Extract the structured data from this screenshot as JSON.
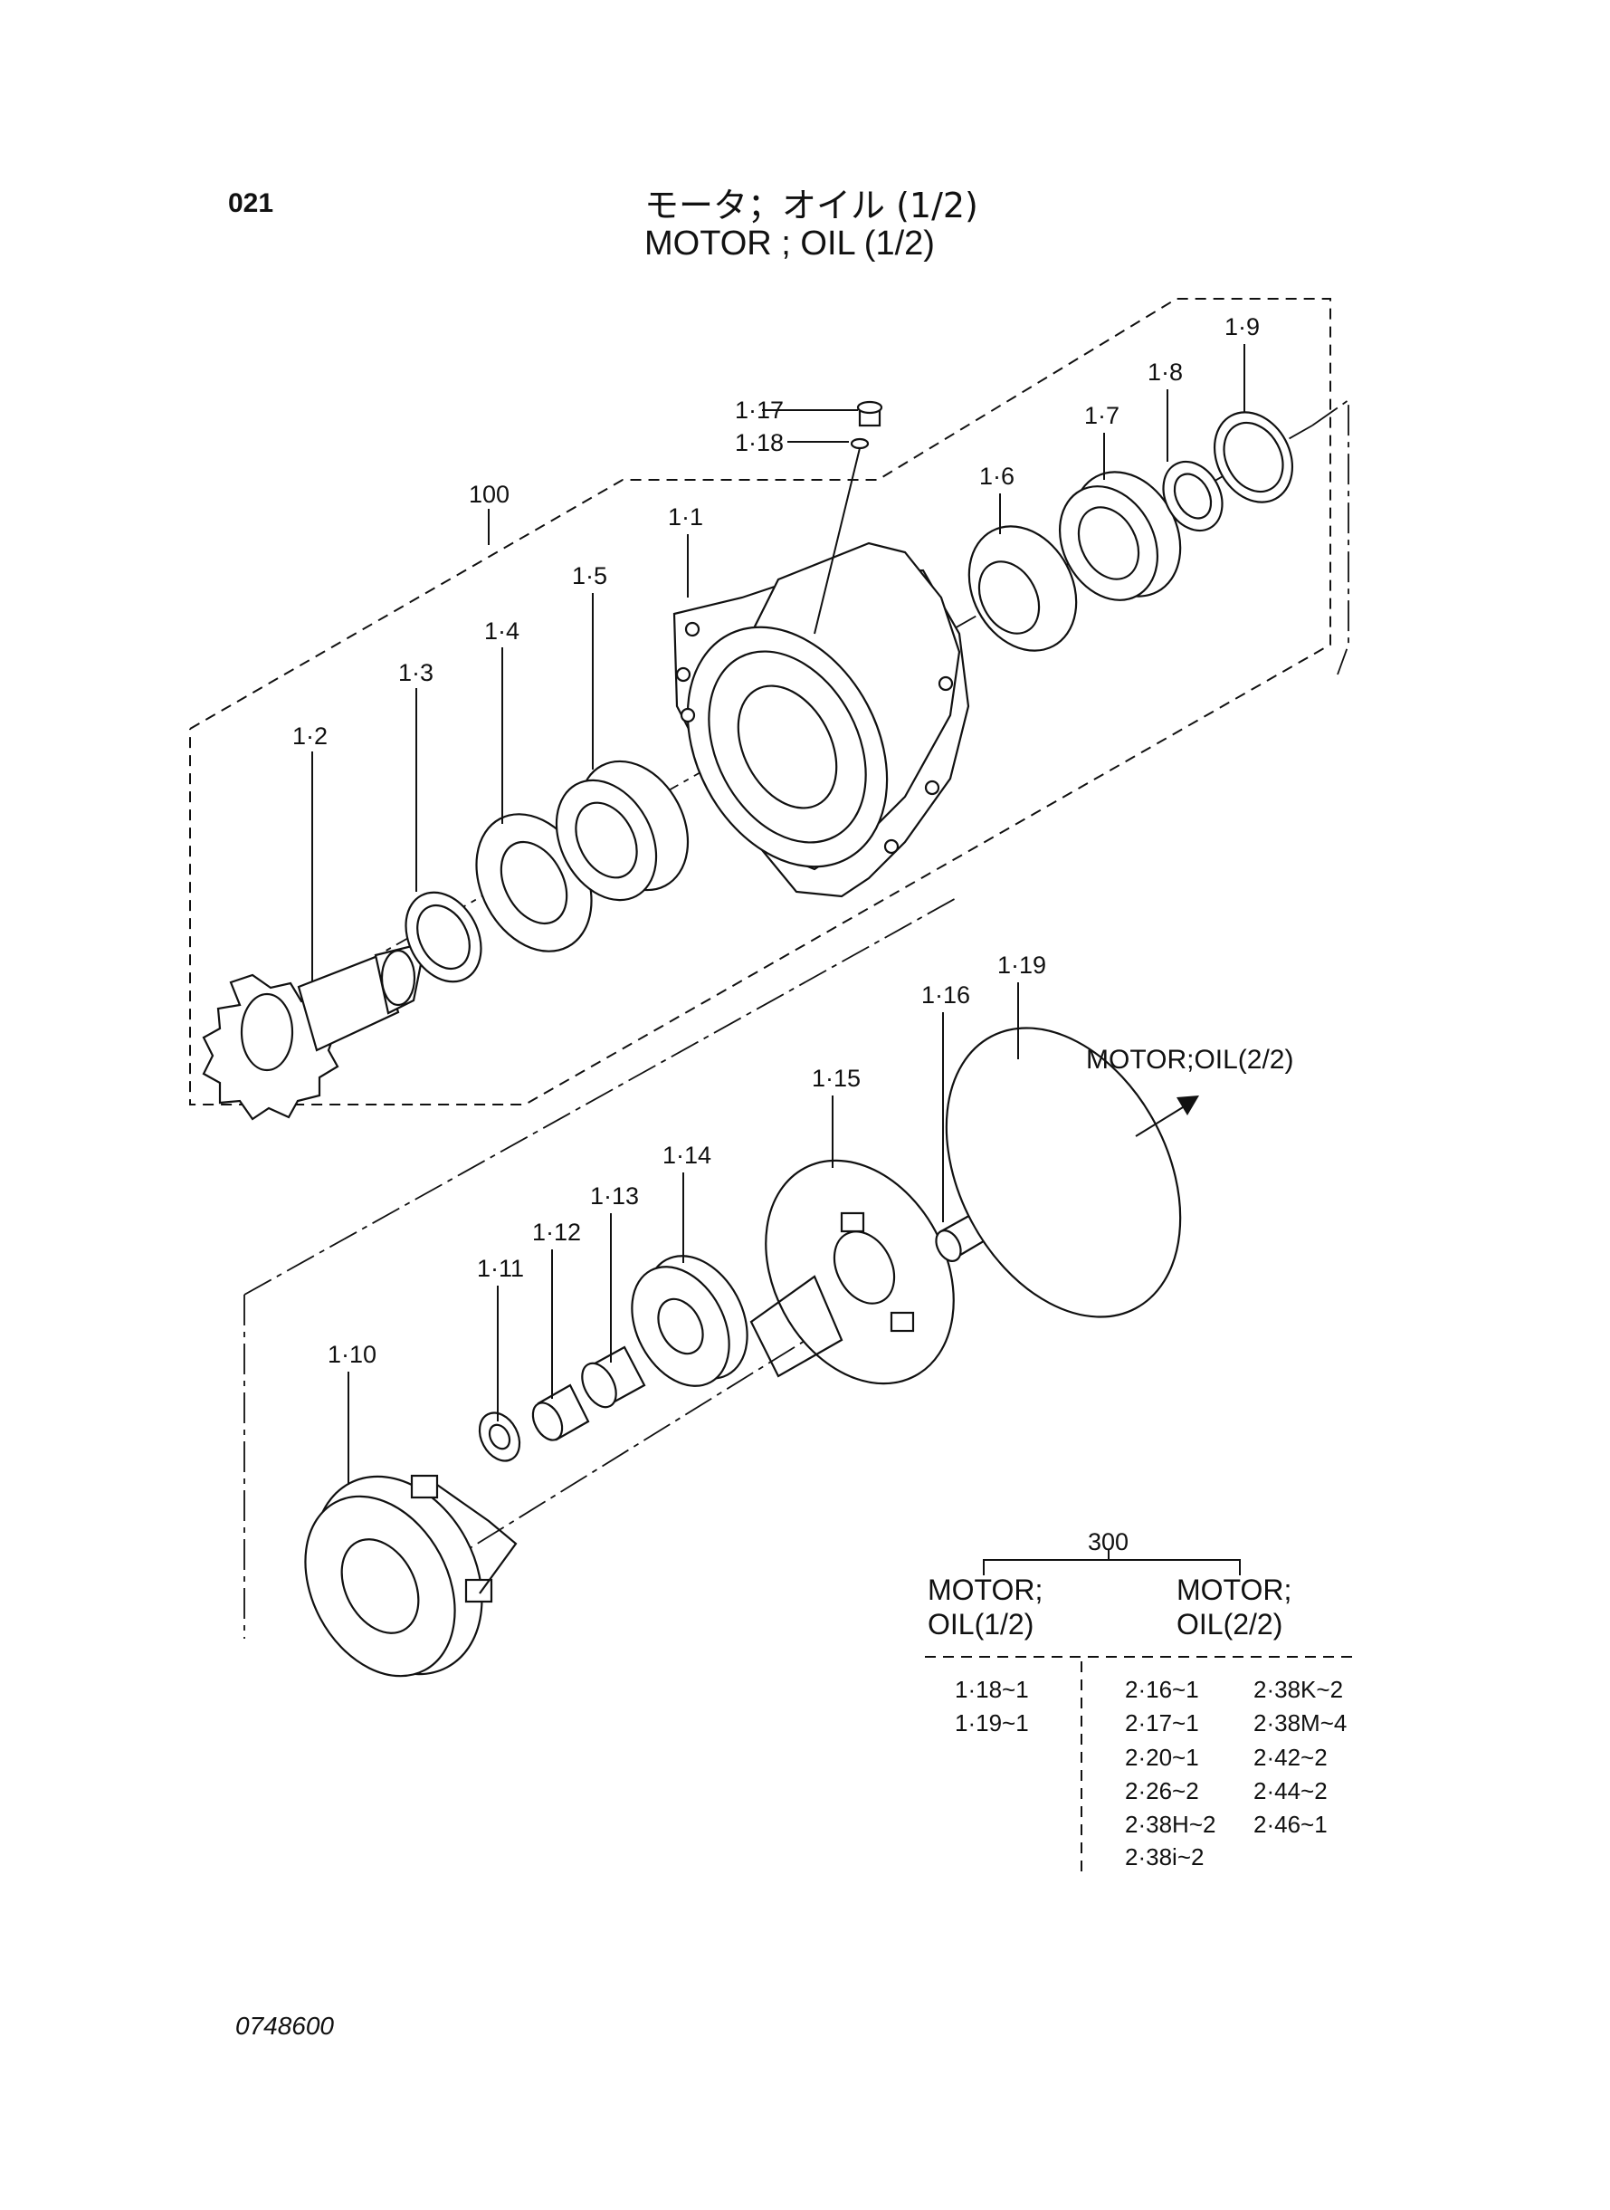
{
  "page_code": "021",
  "title_jp": "モータ；オイル (1/2)",
  "title_en": "MOTOR ; OIL (1/2)",
  "document_number": "0748600",
  "assembly_label": "100",
  "continuation_label": "MOTOR;OIL(2/2)",
  "callouts": [
    "1·1",
    "1·2",
    "1·3",
    "1·4",
    "1·5",
    "1·6",
    "1·7",
    "1·8",
    "1·9",
    "1·10",
    "1·11",
    "1·12",
    "1·13",
    "1·14",
    "1·15",
    "1·16",
    "1·17",
    "1·18",
    "1·19"
  ],
  "reference_table": {
    "group_label": "300",
    "left_header_line1": "MOTOR;",
    "left_header_line2": "OIL(1/2)",
    "right_header_line1": "MOTOR;",
    "right_header_line2": "OIL(2/2)",
    "left_items": [
      "1·18~1",
      "1·19~1"
    ],
    "right_col1": [
      "2·16~1",
      "2·17~1",
      "2·20~1",
      "2·26~2",
      "2·38H~2",
      "2·38i~2"
    ],
    "right_col2": [
      "2·38K~2",
      "2·38M~4",
      "2·42~2",
      "2·44~2",
      "2·46~1"
    ]
  }
}
